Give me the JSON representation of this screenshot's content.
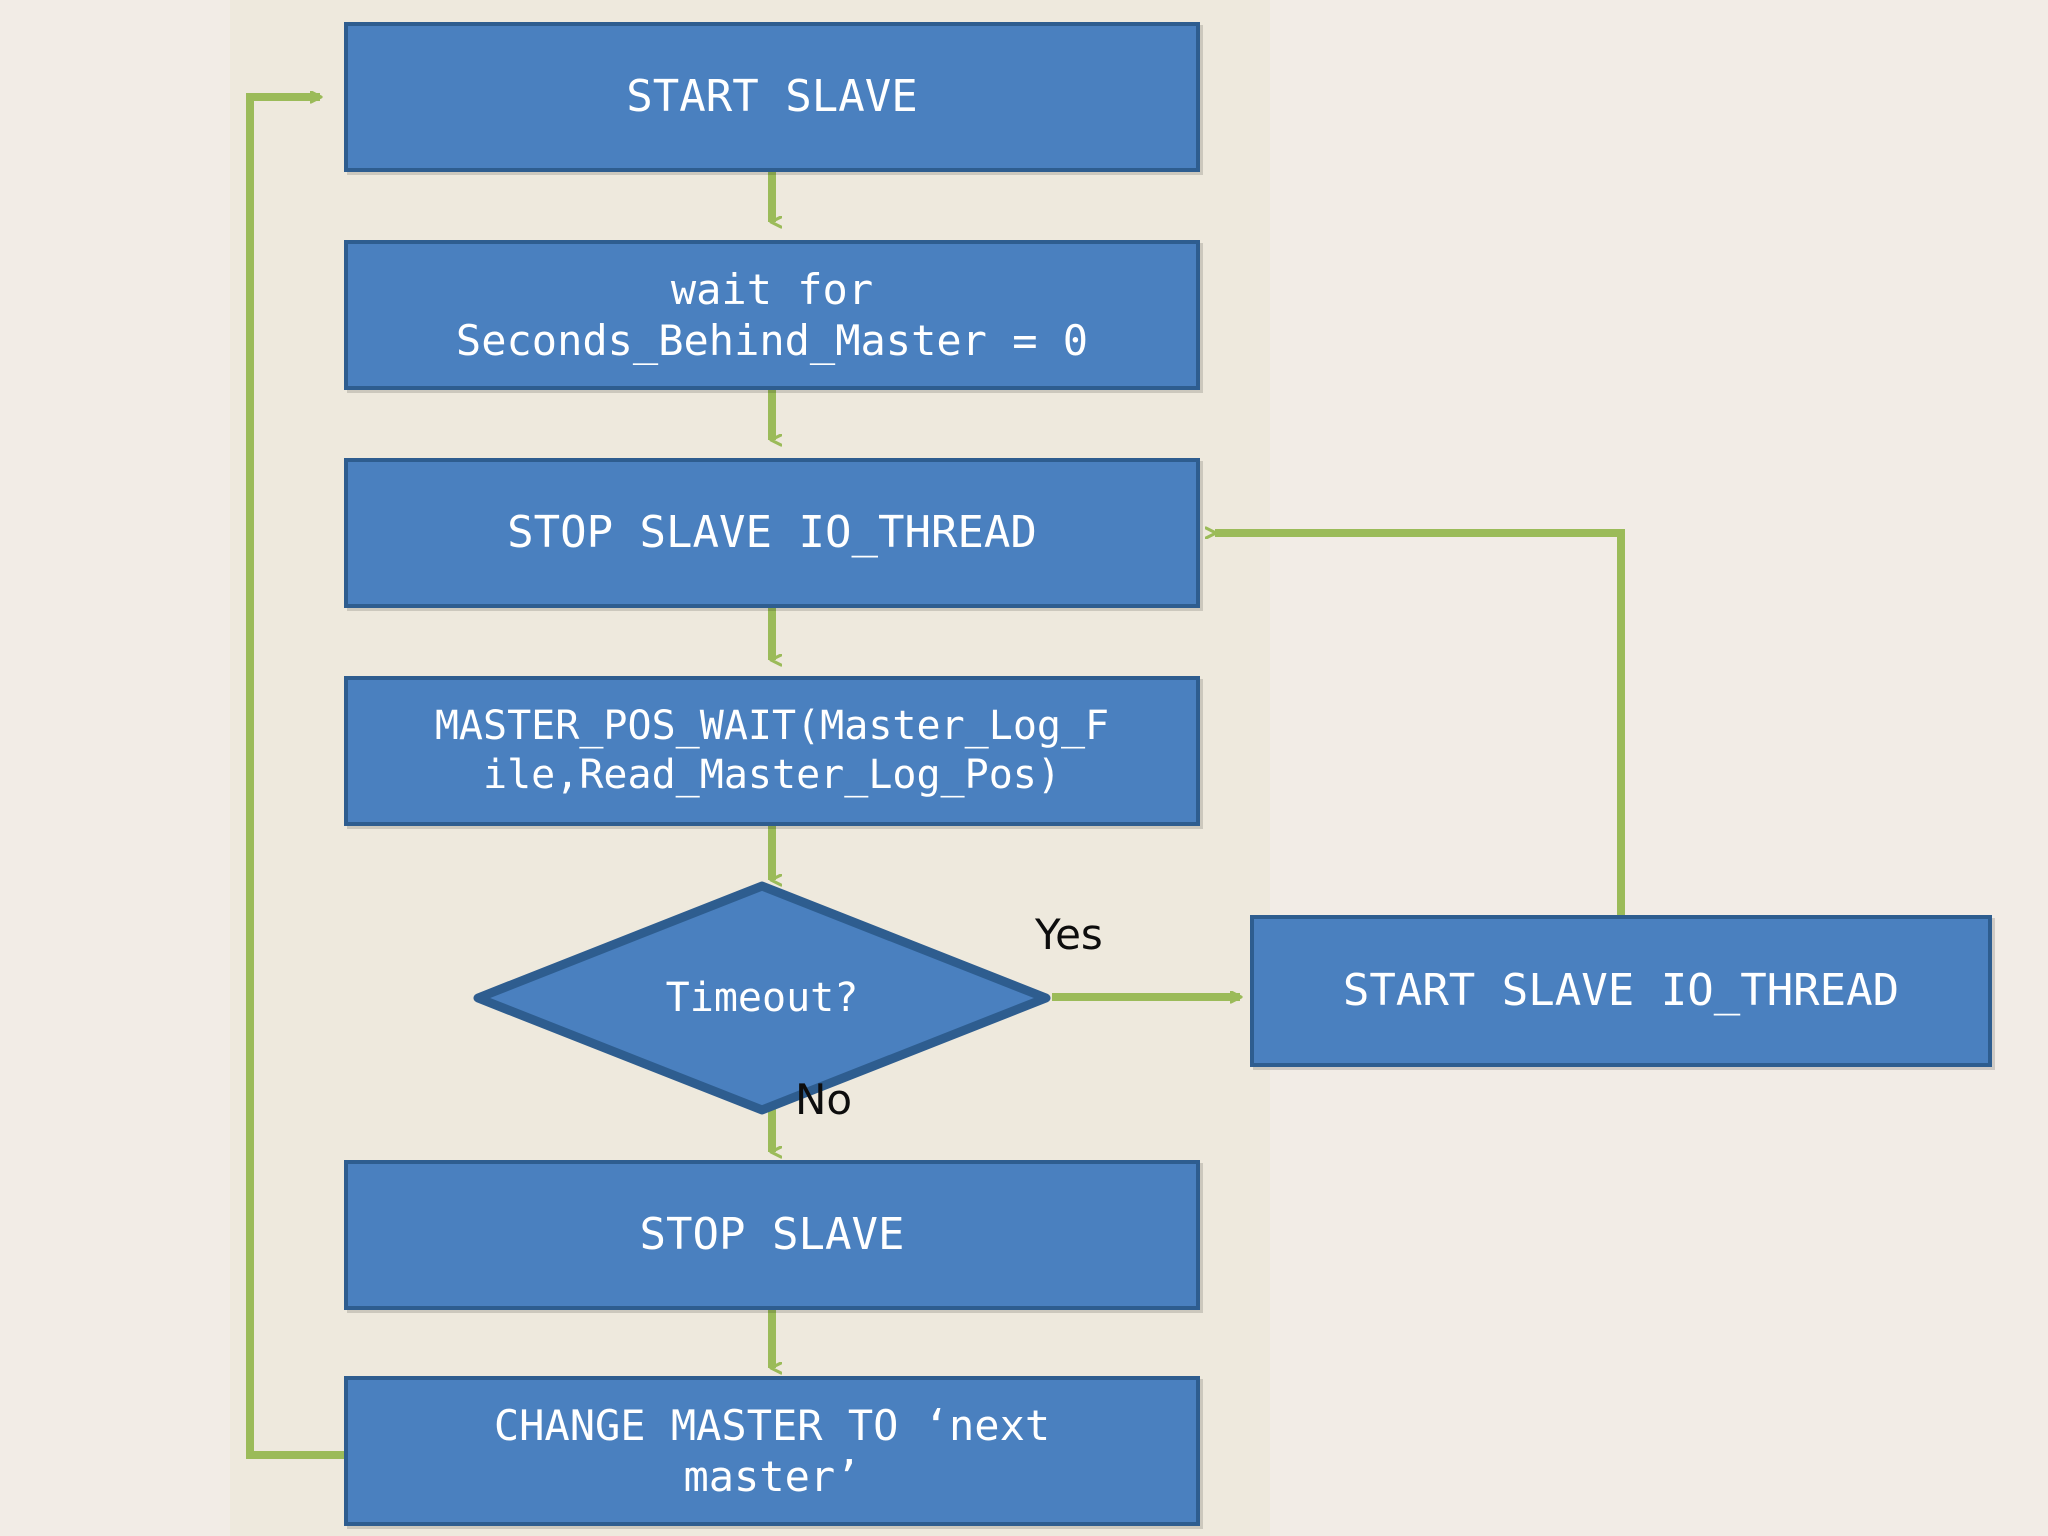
{
  "diagram": {
    "title": "MySQL slave repointing flowchart",
    "background_color": "#f2ece6",
    "node_fill": "#4a80bf",
    "node_border": "#2e5d8f",
    "edge_color": "#9bbb59",
    "node_text_color": "#ffffff",
    "edge_label_color": "#000000"
  },
  "nodes": {
    "start_slave": {
      "label": "START SLAVE",
      "shape": "rect"
    },
    "wait_sbm": {
      "label": "wait for\nSeconds_Behind_Master = 0",
      "shape": "rect"
    },
    "stop_io": {
      "label": "STOP SLAVE IO_THREAD",
      "shape": "rect"
    },
    "master_pos_wait": {
      "label": "MASTER_POS_WAIT(Master_Log_F\nile,Read_Master_Log_Pos)",
      "shape": "rect"
    },
    "timeout": {
      "label": "Timeout?",
      "shape": "diamond"
    },
    "start_io": {
      "label": "START SLAVE IO_THREAD",
      "shape": "rect"
    },
    "stop_slave": {
      "label": "STOP SLAVE",
      "shape": "rect"
    },
    "change_master": {
      "label": "CHANGE MASTER TO ‘next\nmaster’",
      "shape": "rect"
    }
  },
  "edge_labels": {
    "yes": "Yes",
    "no": "No"
  },
  "edges": [
    {
      "from": "start_slave",
      "to": "wait_sbm",
      "label": ""
    },
    {
      "from": "wait_sbm",
      "to": "stop_io",
      "label": ""
    },
    {
      "from": "stop_io",
      "to": "master_pos_wait",
      "label": ""
    },
    {
      "from": "master_pos_wait",
      "to": "timeout",
      "label": ""
    },
    {
      "from": "timeout",
      "to": "start_io",
      "label": "Yes"
    },
    {
      "from": "timeout",
      "to": "stop_slave",
      "label": "No"
    },
    {
      "from": "start_io",
      "to": "stop_io",
      "label": ""
    },
    {
      "from": "stop_slave",
      "to": "change_master",
      "label": ""
    },
    {
      "from": "change_master",
      "to": "start_slave",
      "label": ""
    }
  ]
}
